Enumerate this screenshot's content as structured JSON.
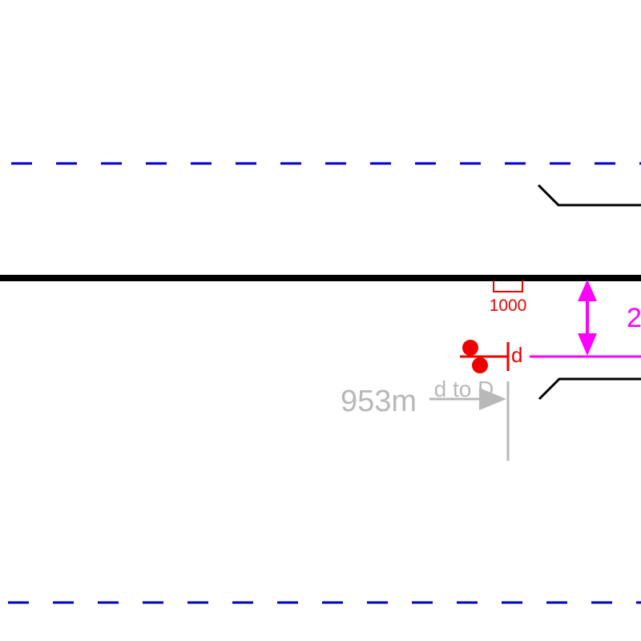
{
  "diagram": {
    "signal_marker": {
      "label": "1000"
    },
    "signal_name": "d",
    "clearance_value": "2",
    "distance": {
      "value": "953m",
      "caption": "d to D"
    },
    "colors": {
      "track": "#000000",
      "boundary": "#0000cc",
      "signal": "#ee0000",
      "clearance": "#ff00ff",
      "distance": "#b8b8b8"
    }
  }
}
